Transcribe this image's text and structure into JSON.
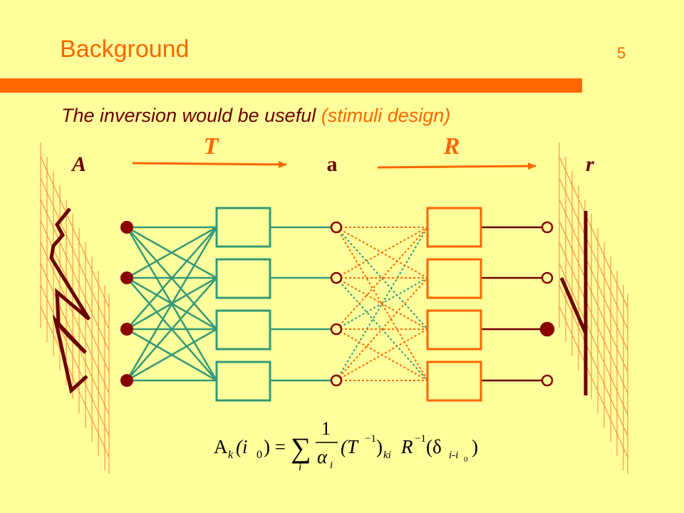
{
  "header": {
    "title": "Background",
    "page_number": "5"
  },
  "subtitle": {
    "text": "The inversion would be useful ",
    "paren": "(stimuli design)"
  },
  "labels": {
    "T": "T",
    "R": "R",
    "A": "A",
    "a": "a",
    "r": "r"
  },
  "formula": {
    "lhs": "A",
    "lhs_sub": "k",
    "lhs_arg": "(i",
    "lhs_arg_sub": "0",
    "lhs_close": ") =",
    "sum": "∑",
    "sum_sub": "i",
    "frac_num": "1",
    "frac_den": "α",
    "frac_den_sub": "i",
    "t_term": "(T",
    "t_exp": "−1",
    "t_close": ")",
    "t_sub": "ki",
    "r_term": "R",
    "r_exp": "−1",
    "r_open": "(δ",
    "delta_sub": "i-i",
    "delta_sub0": "0",
    "r_close": ")"
  },
  "colors": {
    "orange": "#ff6600",
    "darkred": "#6b0000",
    "green": "#339977",
    "background": "#ffff9c"
  }
}
